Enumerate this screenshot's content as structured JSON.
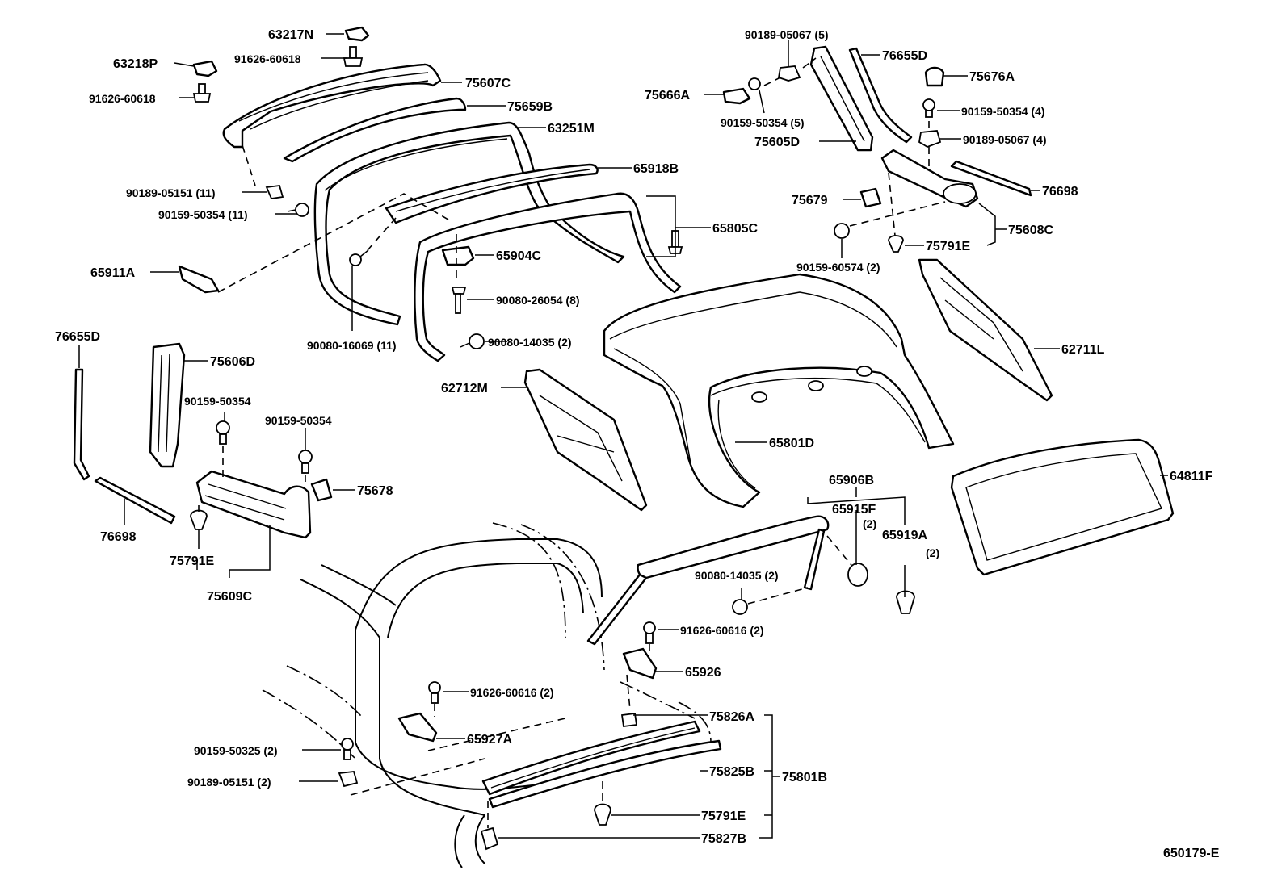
{
  "diagram_id": "650179-E",
  "labels": {
    "p63217N": "63217N",
    "p91626_60618_a": "91626-60618",
    "p63218P": "63218P",
    "p91626_60618_b": "91626-60618",
    "p75607C": "75607C",
    "p75659B": "75659B",
    "p63251M": "63251M",
    "p65918B": "65918B",
    "p90189_05151_11": "90189-05151 (11)",
    "p90159_50354_11": "90159-50354 (11)",
    "p65911A": "65911A",
    "p65904C": "65904C",
    "p65805C": "65805C",
    "p90080_26054": "90080-26054 (8)",
    "p90080_16069": "90080-16069 (11)",
    "p90080_14035_a": "90080-14035 (2)",
    "p90189_05067_5": "90189-05067 (5)",
    "p76655D_a": "76655D",
    "p75676A": "75676A",
    "p75666A": "75666A",
    "p90159_50354_4": "90159-50354 (4)",
    "p90159_50354_5": "90159-50354 (5)",
    "p90189_05067_4": "90189-05067 (4)",
    "p75605D": "75605D",
    "p76698_a": "76698",
    "p75679": "75679",
    "p75608C": "75608C",
    "p75791E_a": "75791E",
    "p90159_60574": "90159-60574 (2)",
    "p62711L": "62711L",
    "p76655D_b": "76655D",
    "p75606D": "75606D",
    "p62712M": "62712M",
    "p90159_50354_a": "90159-50354",
    "p90159_50354_b": "90159-50354",
    "p65801D": "65801D",
    "p75678": "75678",
    "p65906B": "65906B",
    "p64811F": "64811F",
    "p65915F": "65915F",
    "p65915F_qty": "(2)",
    "p65919A": "65919A",
    "p65919A_qty": "(2)",
    "p76698_b": "76698",
    "p75791E_b": "75791E",
    "p75609C": "75609C",
    "p90080_14035_b": "90080-14035 (2)",
    "p91626_60616_a": "91626-60616 (2)",
    "p65926": "65926",
    "p91626_60616_b": "91626-60616 (2)",
    "p75826A": "75826A",
    "p65927A": "65927A",
    "p90159_50325": "90159-50325 (2)",
    "p75825B": "75825B",
    "p75801B": "75801B",
    "p90189_05151_2": "90189-05151 (2)",
    "p75791E_c": "75791E",
    "p75827B": "75827B"
  }
}
